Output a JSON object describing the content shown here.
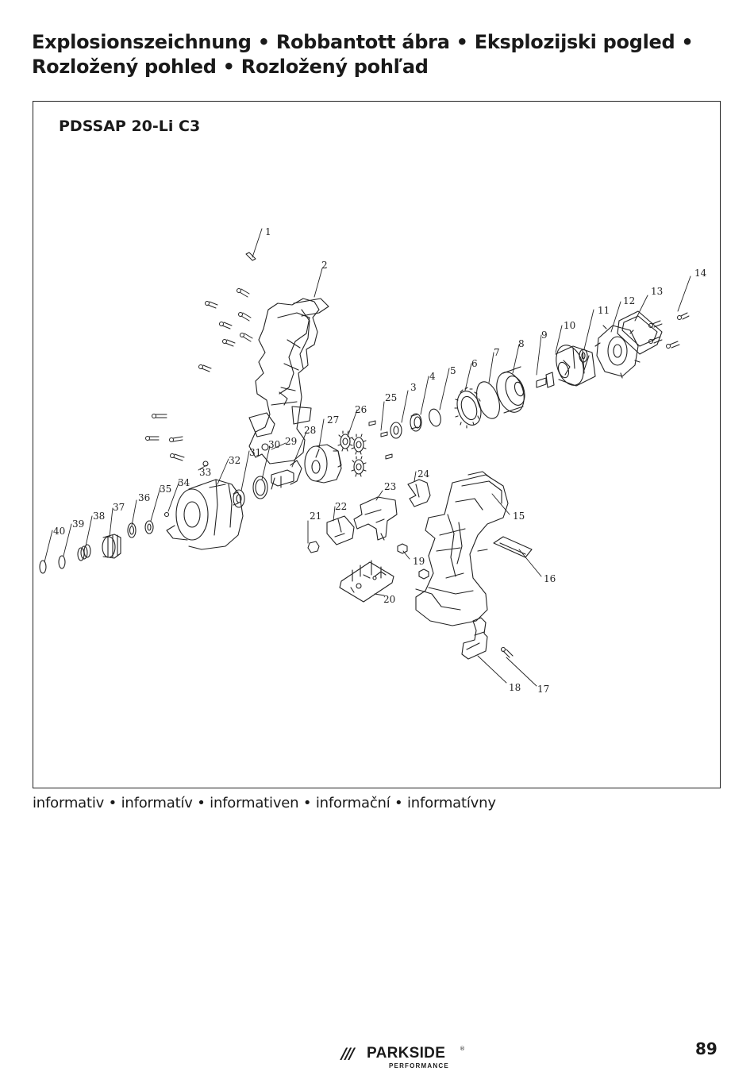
{
  "page": {
    "title": "Explosionszeichnung • Robbantott ábra • Eksplozijski pogled • Rozložený pohled • Rozložený pohľad",
    "model": "PDSSAP 20-Li C3",
    "caption": "informativ • informatív • informativen • informační • informatívny",
    "page_number": "89"
  },
  "brand": {
    "slashes": "///",
    "name": "PARKSIDE",
    "registered": "®",
    "sub": "PERFORMANCE"
  },
  "diagram": {
    "callouts": [
      "1",
      "2",
      "3",
      "4",
      "5",
      "6",
      "7",
      "8",
      "9",
      "10",
      "11",
      "12",
      "13",
      "14",
      "15",
      "16",
      "17",
      "18",
      "19",
      "20",
      "21",
      "22",
      "23",
      "24",
      "25",
      "26",
      "27",
      "28",
      "29",
      "30",
      "31",
      "32",
      "33",
      "34",
      "35",
      "36",
      "37",
      "38",
      "39",
      "40"
    ]
  }
}
